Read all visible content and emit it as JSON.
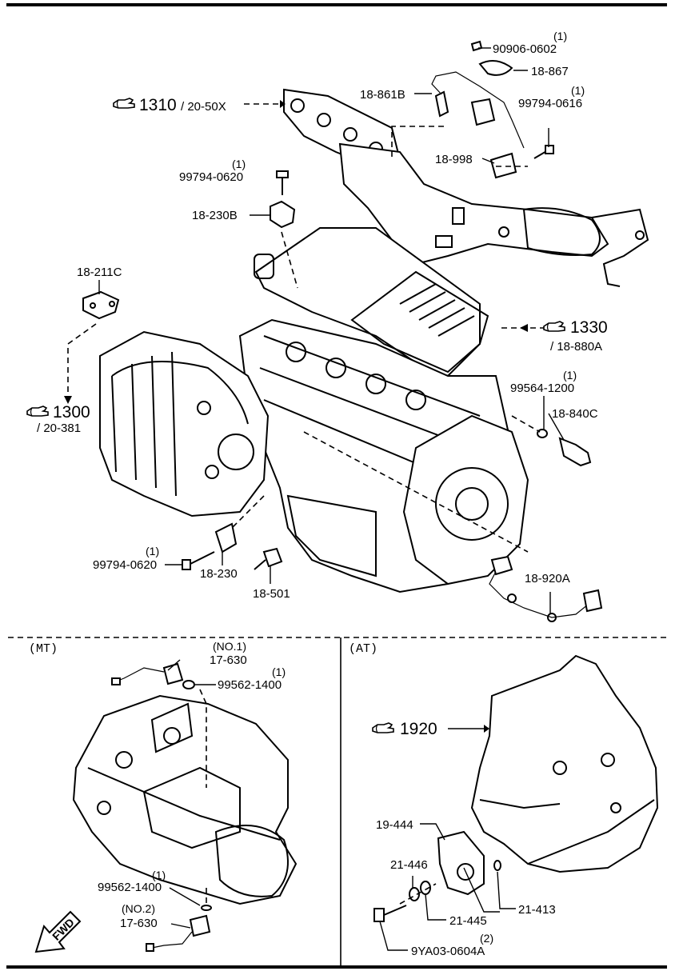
{
  "top_section": {
    "parts": {
      "p90906_0602": {
        "number": "90906-0602",
        "qty": "(1)"
      },
      "p18_867": {
        "number": "18-867"
      },
      "p18_861B": {
        "number": "18-861B"
      },
      "p99794_0616": {
        "number": "99794-0616",
        "qty": "(1)"
      },
      "p18_998": {
        "number": "18-998"
      },
      "p99794_0620_top": {
        "number": "99794-0620",
        "qty": "(1)"
      },
      "p18_230B": {
        "number": "18-230B"
      },
      "p18_211C": {
        "number": "18-211C"
      },
      "p99564_1200": {
        "number": "99564-1200",
        "qty": "(1)"
      },
      "p18_840C": {
        "number": "18-840C"
      },
      "p99794_0620_bottom": {
        "number": "99794-0620",
        "qty": "(1)"
      },
      "p18_230": {
        "number": "18-230"
      },
      "p18_501": {
        "number": "18-501"
      },
      "p18_920A": {
        "number": "18-920A"
      }
    },
    "refs": {
      "r1310": {
        "number": "1310",
        "sub": "/ 20-50X"
      },
      "r1330": {
        "number": "1330",
        "sub": "/ 18-880A"
      },
      "r1300": {
        "number": "1300",
        "sub": "/ 20-381"
      }
    }
  },
  "mt_section": {
    "title": "(MT)",
    "parts": {
      "p17_630_no1": {
        "number": "17-630",
        "qty": "(NO.1)"
      },
      "p99562_1400_top": {
        "number": "99562-1400",
        "qty": "(1)"
      },
      "p99562_1400_bottom": {
        "number": "99562-1400",
        "qty": "(1)"
      },
      "p17_630_no2": {
        "number": "17-630",
        "qty": "(NO.2)"
      }
    },
    "fwd": "FWD"
  },
  "at_section": {
    "title": "(AT)",
    "refs": {
      "r1920": {
        "number": "1920"
      }
    },
    "parts": {
      "p19_444": {
        "number": "19-444"
      },
      "p21_446": {
        "number": "21-446"
      },
      "p21_445": {
        "number": "21-445"
      },
      "p21_413": {
        "number": "21-413"
      },
      "p9YA03_0604A": {
        "number": "9YA03-0604A",
        "qty": "(2)"
      }
    }
  }
}
